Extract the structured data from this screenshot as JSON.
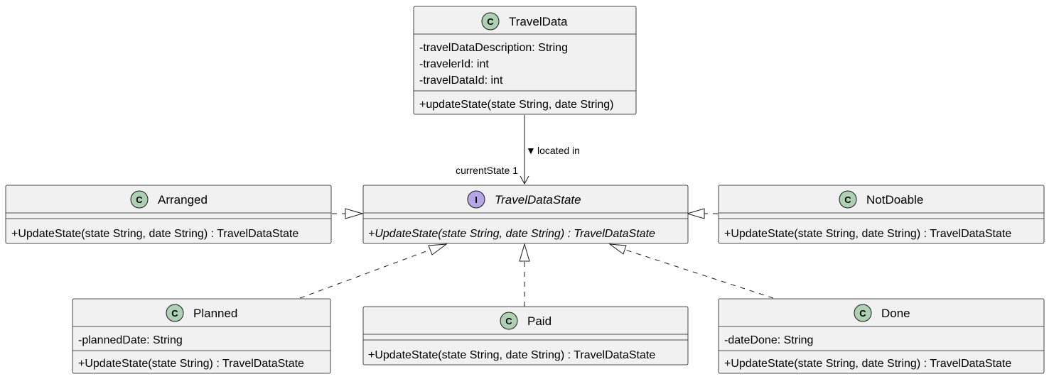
{
  "classes": {
    "travel_data": {
      "name": "TravelData",
      "stereotype_letter": "C",
      "attributes": [
        "-travelDataDescription: String",
        "-travelerId: int",
        "-travelDataId: int"
      ],
      "methods": [
        "+updateState(state String, date String)"
      ]
    },
    "travel_data_state": {
      "name": "TravelDataState",
      "stereotype_letter": "I",
      "methods": [
        "+UpdateState(state String, date String) : TravelDataState"
      ]
    },
    "arranged": {
      "name": "Arranged",
      "stereotype_letter": "C",
      "methods": [
        "+UpdateState(state String, date String) : TravelDataState"
      ]
    },
    "not_doable": {
      "name": "NotDoable",
      "stereotype_letter": "C",
      "methods": [
        "+UpdateState(state String, date String) : TravelDataState"
      ]
    },
    "planned": {
      "name": "Planned",
      "stereotype_letter": "C",
      "attributes": [
        "-plannedDate: String"
      ],
      "methods": [
        "+UpdateState(state String) : TravelDataState"
      ]
    },
    "paid": {
      "name": "Paid",
      "stereotype_letter": "C",
      "methods": [
        "+UpdateState(state String, date String) : TravelDataState"
      ]
    },
    "done": {
      "name": "Done",
      "stereotype_letter": "C",
      "attributes": [
        "-dateDone: String"
      ],
      "methods": [
        "+UpdateState(state String, date String) : TravelDataState"
      ]
    }
  },
  "association": {
    "label": "located in",
    "direction_glyph": "▼",
    "multiplicity": "currentState 1"
  },
  "colors": {
    "class_fill": "#f1f1f1",
    "class_spot": "#add1b2",
    "interface_spot": "#b4a7e5",
    "border": "#181818"
  }
}
